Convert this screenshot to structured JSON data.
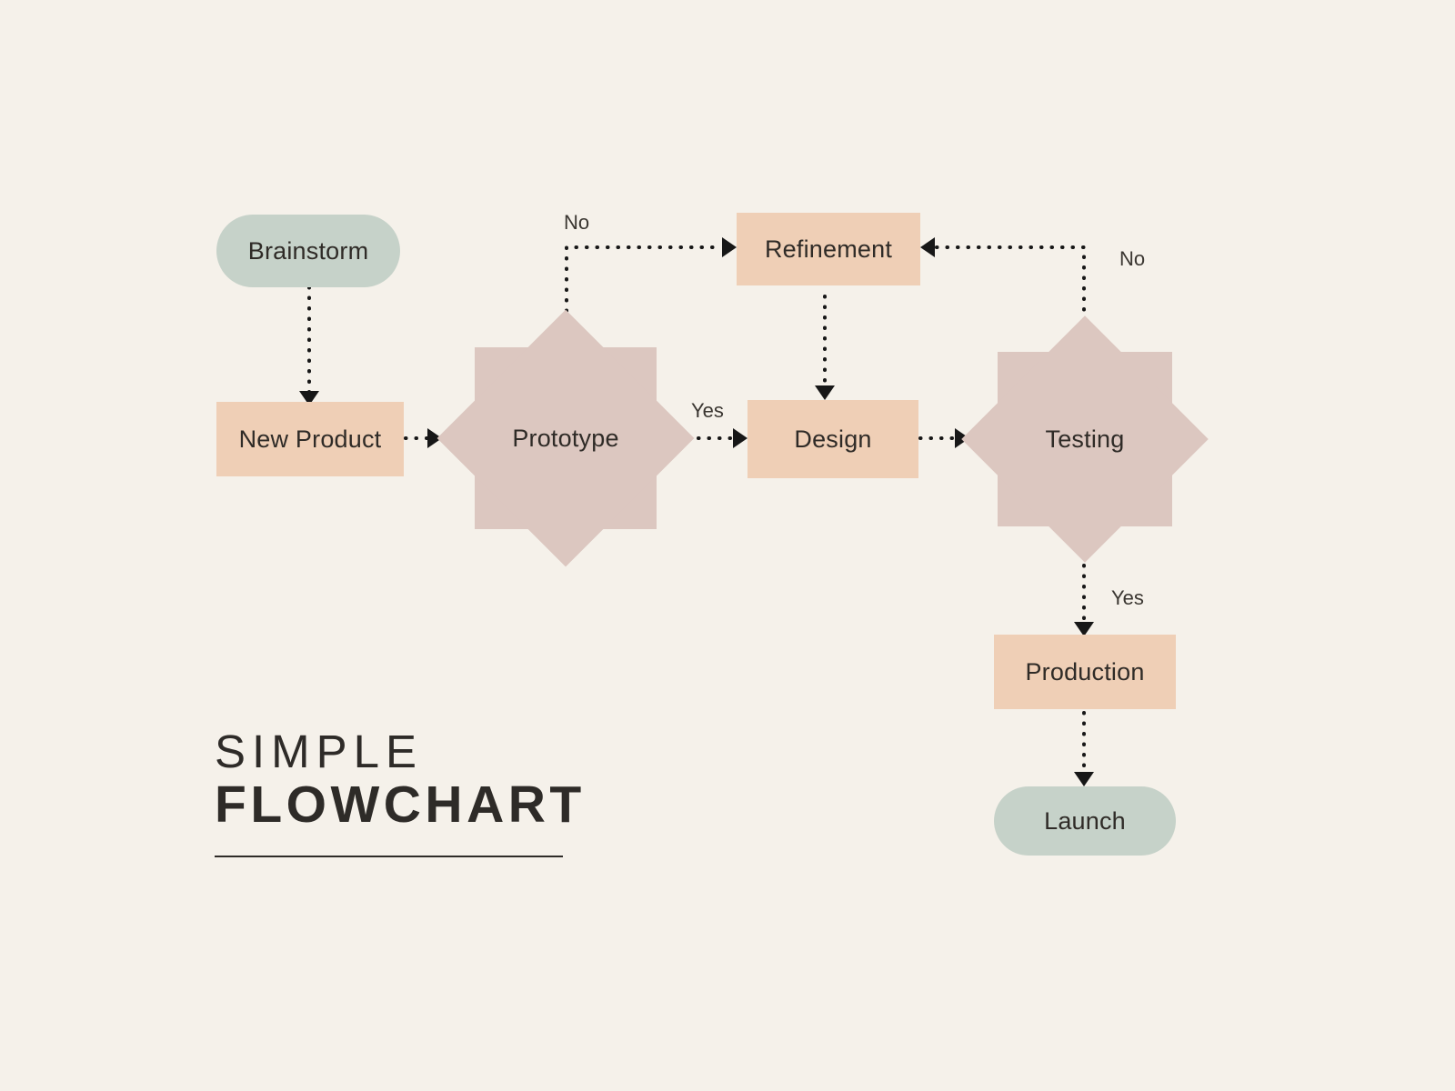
{
  "document": {
    "title_line_1": "SIMPLE",
    "title_line_2": "FLOWCHART",
    "background_color": "#f5f1ea"
  },
  "palette": {
    "terminator": "#c6d2c9",
    "process": "#efcfb6",
    "decision": "#dcc7c0",
    "text": "#2f2b27",
    "connector": "#171717"
  },
  "nodes": [
    {
      "id": "brainstorm",
      "label": "Brainstorm",
      "shape": "terminator"
    },
    {
      "id": "new-product",
      "label": "New Product",
      "shape": "process"
    },
    {
      "id": "prototype",
      "label": "Prototype",
      "shape": "decision"
    },
    {
      "id": "refinement",
      "label": "Refinement",
      "shape": "process"
    },
    {
      "id": "design",
      "label": "Design",
      "shape": "process"
    },
    {
      "id": "testing",
      "label": "Testing",
      "shape": "decision"
    },
    {
      "id": "production",
      "label": "Production",
      "shape": "process"
    },
    {
      "id": "launch",
      "label": "Launch",
      "shape": "terminator"
    }
  ],
  "edge_labels": {
    "prototype_no": "No",
    "prototype_yes": "Yes",
    "testing_no": "No",
    "testing_yes": "Yes"
  },
  "chart_data": {
    "type": "diagram",
    "title": "SIMPLE FLOWCHART",
    "nodes": [
      {
        "id": "brainstorm",
        "label": "Brainstorm",
        "shape": "rounded-pill",
        "color": "#c6d2c9"
      },
      {
        "id": "new-product",
        "label": "New Product",
        "shape": "rectangle",
        "color": "#efcfb6"
      },
      {
        "id": "prototype",
        "label": "Prototype",
        "shape": "diamond",
        "color": "#dcc7c0"
      },
      {
        "id": "refinement",
        "label": "Refinement",
        "shape": "rectangle",
        "color": "#efcfb6"
      },
      {
        "id": "design",
        "label": "Design",
        "shape": "rectangle",
        "color": "#efcfb6"
      },
      {
        "id": "testing",
        "label": "Testing",
        "shape": "diamond",
        "color": "#dcc7c0"
      },
      {
        "id": "production",
        "label": "Production",
        "shape": "rectangle",
        "color": "#efcfb6"
      },
      {
        "id": "launch",
        "label": "Launch",
        "shape": "rounded-pill",
        "color": "#c6d2c9"
      }
    ],
    "edges": [
      {
        "from": "brainstorm",
        "to": "new-product",
        "label": "",
        "style": "dotted-arrow"
      },
      {
        "from": "new-product",
        "to": "prototype",
        "label": "",
        "style": "dotted-arrow"
      },
      {
        "from": "prototype",
        "to": "refinement",
        "label": "No",
        "style": "dotted-arrow"
      },
      {
        "from": "prototype",
        "to": "design",
        "label": "Yes",
        "style": "dotted-arrow"
      },
      {
        "from": "refinement",
        "to": "design",
        "label": "",
        "style": "dotted-arrow"
      },
      {
        "from": "design",
        "to": "testing",
        "label": "",
        "style": "dotted-arrow"
      },
      {
        "from": "testing",
        "to": "refinement",
        "label": "No",
        "style": "dotted-arrow"
      },
      {
        "from": "testing",
        "to": "production",
        "label": "Yes",
        "style": "dotted-arrow"
      },
      {
        "from": "production",
        "to": "launch",
        "label": "",
        "style": "dotted-arrow"
      }
    ]
  }
}
